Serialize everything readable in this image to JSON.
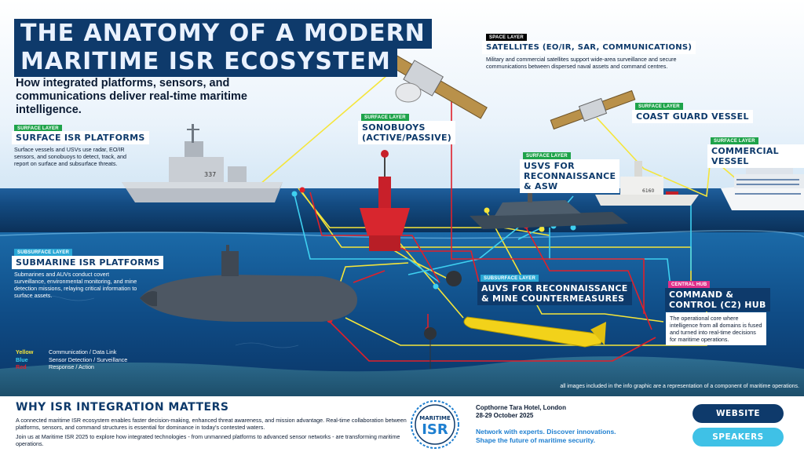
{
  "title": {
    "line1": "THE ANATOMY OF A MODERN",
    "line2": "MARITIME ISR ECOSYSTEM"
  },
  "subtitle": "How integrated platforms, sensors, and communications deliver real-time maritime intelligence.",
  "satellites": {
    "tag": "SPACE LAYER",
    "label": "SATELLITES (EO/IR, SAR, COMMUNICATIONS)",
    "desc": "Military and commercial satellites support wide-area surveillance and secure communications between dispersed naval assets and command centres."
  },
  "surface_isr": {
    "tag": "SURFACE LAYER",
    "label": "SURFACE ISR PLATFORMS",
    "desc": "Surface vessels and USVs use radar, EO/IR sensors, and sonobuoys to detect, track, and report on surface and subsurface threats."
  },
  "sonobuoys": {
    "tag": "SURFACE LAYER",
    "label_line1": "SONOBUOYS",
    "label_line2": "(ACTIVE/PASSIVE)"
  },
  "usvs": {
    "tag": "SURFACE LAYER",
    "label_line1": "USVS FOR",
    "label_line2": "RECONNAISSANCE",
    "label_line3": "& ASW"
  },
  "coast_guard": {
    "tag": "SURFACE LAYER",
    "label": "COAST GUARD VESSEL"
  },
  "commercial": {
    "tag": "SURFACE LAYER",
    "label": "COMMERCIAL VESSEL"
  },
  "submarine": {
    "tag": "SUBSURFACE LAYER",
    "label": "SUBMARINE ISR PLATFORMS",
    "desc": "Submarines and AUVs conduct covert surveillance, environmental monitoring, and mine detection missions, relaying critical information to surface assets."
  },
  "auvs": {
    "tag": "SUBSURFACE LAYER",
    "label_line1": "AUVS FOR RECONNAISSANCE",
    "label_line2": "& MINE COUNTERMEASURES"
  },
  "c2": {
    "tag": "CENTRAL HUB",
    "label_line1": "COMMAND &",
    "label_line2": "CONTROL (C2) HUB",
    "desc": "The operational core where intelligence from all domains is fused and turned into real-time decisions for maritime operations."
  },
  "legend": [
    {
      "key": "Yellow",
      "text": "Communication / Data Link",
      "color": "#f5e53a"
    },
    {
      "key": "Blue",
      "text": "Sensor Detection / Surveillance",
      "color": "#3fd0f0"
    },
    {
      "key": "Red",
      "text": "Response / Action",
      "color": "#e0202a"
    }
  ],
  "disclaimer": "all images included in the info graphic are a representation of a component of maritime operations.",
  "footer": {
    "why_title": "WHY ISR INTEGRATION MATTERS",
    "why_p1": "A connected maritime ISR ecosystem enables faster decision-making, enhanced threat awareness, and mission advantage. Real-time collaboration between platforms, sensors, and command structures is essential for dominance in today's contested waters.",
    "why_p2": "Join us at Maritime ISR 2025 to explore how integrated technologies - from unmanned platforms to advanced sensor networks - are transforming maritime operations.",
    "logo_top": "MARITIME",
    "logo_main": "ISR",
    "venue": "Copthorne Tara Hotel, London",
    "dates": "28-29 October 2025",
    "tagline1": "Network with experts. Discover innovations.",
    "tagline2": "Shape the future of maritime security.",
    "website_label": "WEBSITE",
    "speakers_label": "SPEAKERS"
  },
  "colors": {
    "navy": "#0e3a6b",
    "yellow": "#f5e53a",
    "blue": "#3fd0f0",
    "red": "#e0202a",
    "green": "#1ea34a",
    "pink": "#e0308a"
  }
}
